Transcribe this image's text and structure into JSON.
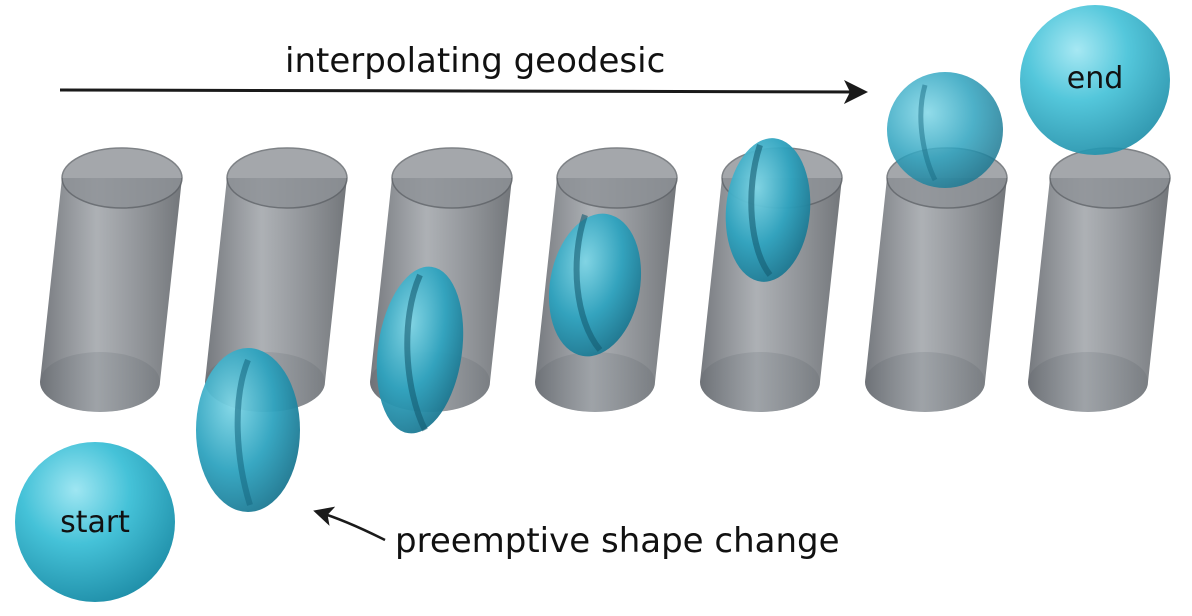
{
  "labels": {
    "geodesic": "interpolating geodesic",
    "start": "start",
    "end": "end",
    "shape_change": "preemptive shape change"
  },
  "colors": {
    "blob": "#3fb8cf",
    "blob_dark": "#1f7f98",
    "cylinder": "#6e7379",
    "arrow": "#1a1a1a"
  }
}
